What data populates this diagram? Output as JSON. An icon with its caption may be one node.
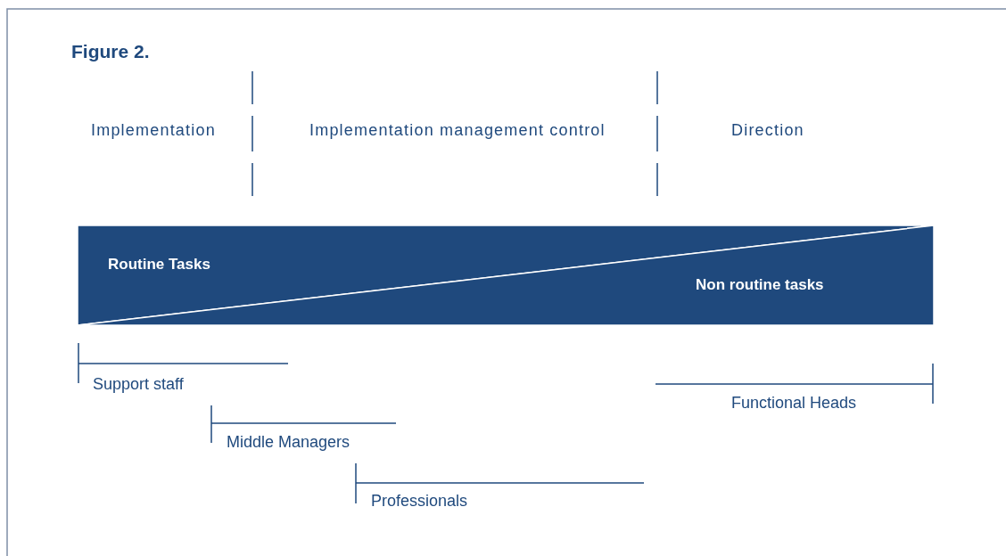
{
  "diagram": {
    "title": "Figure 2.",
    "nodes": [
      {
        "text": [
          "Routine Tasks"
        ]
      },
      {
        "text": [
          "Non routine tasks"
        ]
      }
    ],
    "labels": [
      "Implementation",
      "Implementation management control",
      "Direction",
      "Support staff",
      "Middle Managers",
      "Professionals",
      "Functional Heads"
    ]
  }
}
